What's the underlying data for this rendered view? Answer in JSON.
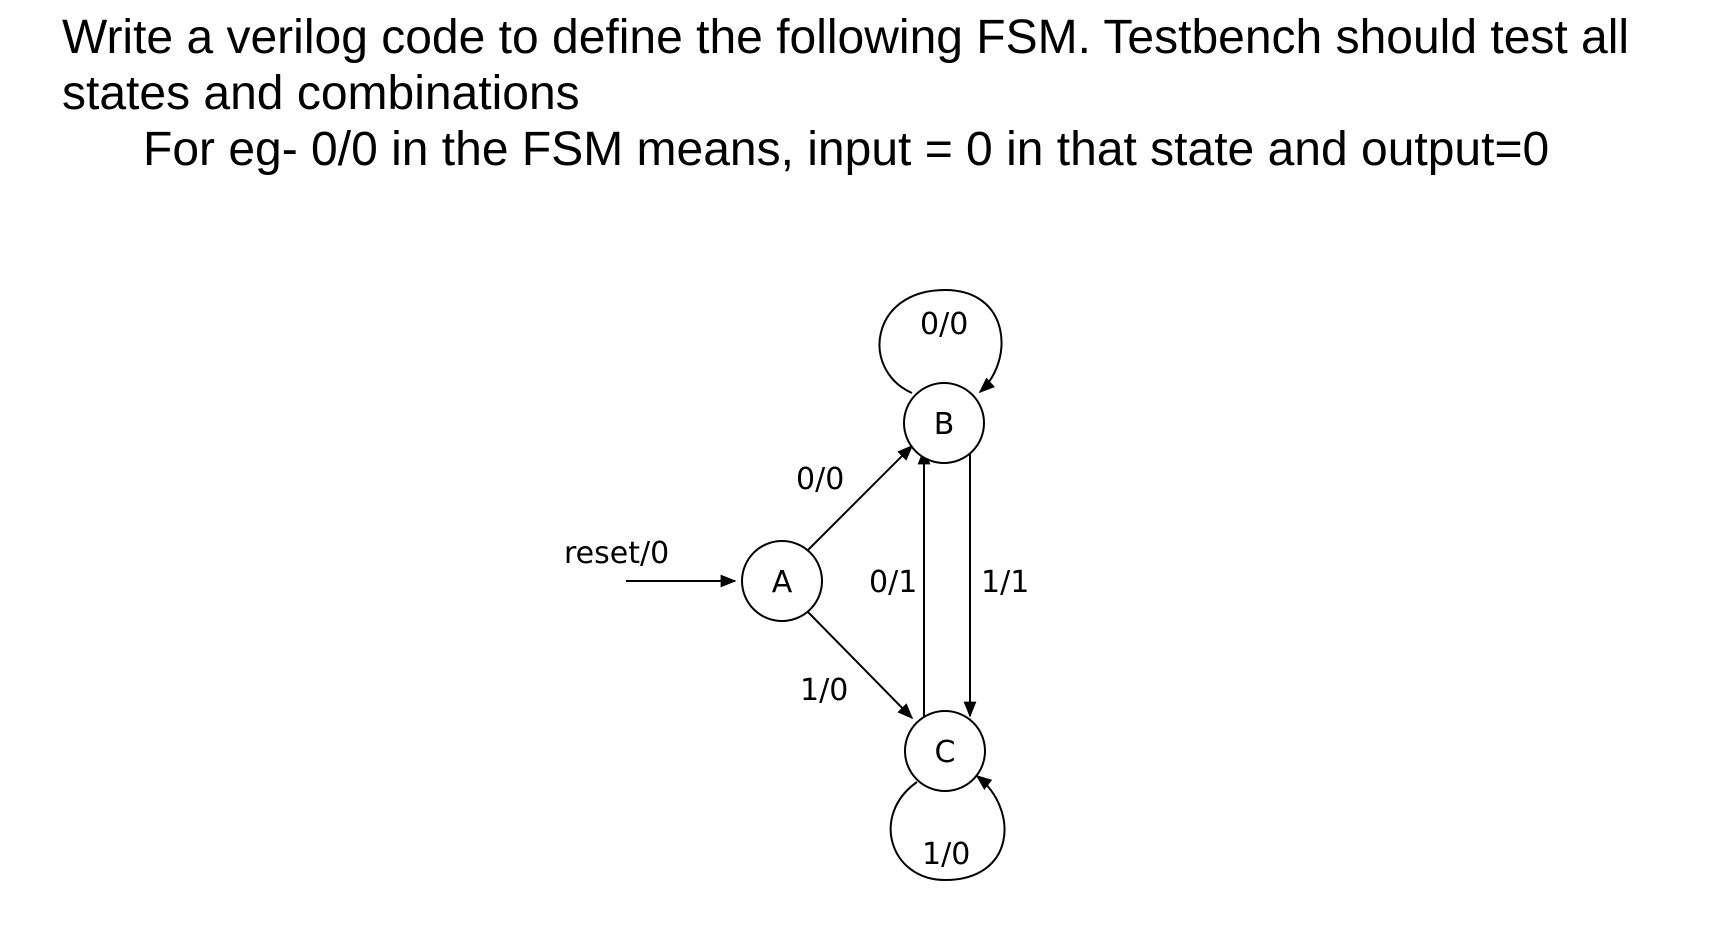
{
  "question": {
    "line": "Write a verilog code to define the following FSM. Testbench should test all states and combinations",
    "note": "For eg- 0/0 in the FSM means, input = 0 in that state and output=0"
  },
  "fsm": {
    "states": {
      "a": "A",
      "b": "B",
      "c": "C"
    },
    "transitions": {
      "reset": "reset/0",
      "a_to_b": "0/0",
      "a_to_c": "1/0",
      "b_self": "0/0",
      "c_self": "1/0",
      "c_to_b": "0/1",
      "b_to_c": "1/1"
    }
  }
}
